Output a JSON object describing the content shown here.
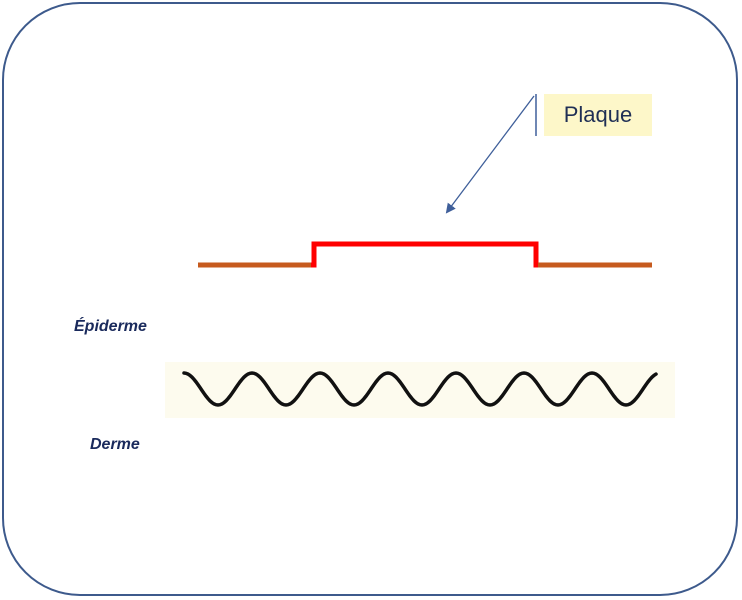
{
  "annotation": {
    "label": "Plaque"
  },
  "layers": {
    "epidermis_label": "Épiderme",
    "dermis_label": "Derme"
  },
  "colors": {
    "frame": "#3d5a8c",
    "skin_line": "#c65a1e",
    "plaque_line": "#ff0000",
    "pointer": "#3f5f9a",
    "label_fill": "#fdf7c9",
    "wave": "#111111"
  }
}
